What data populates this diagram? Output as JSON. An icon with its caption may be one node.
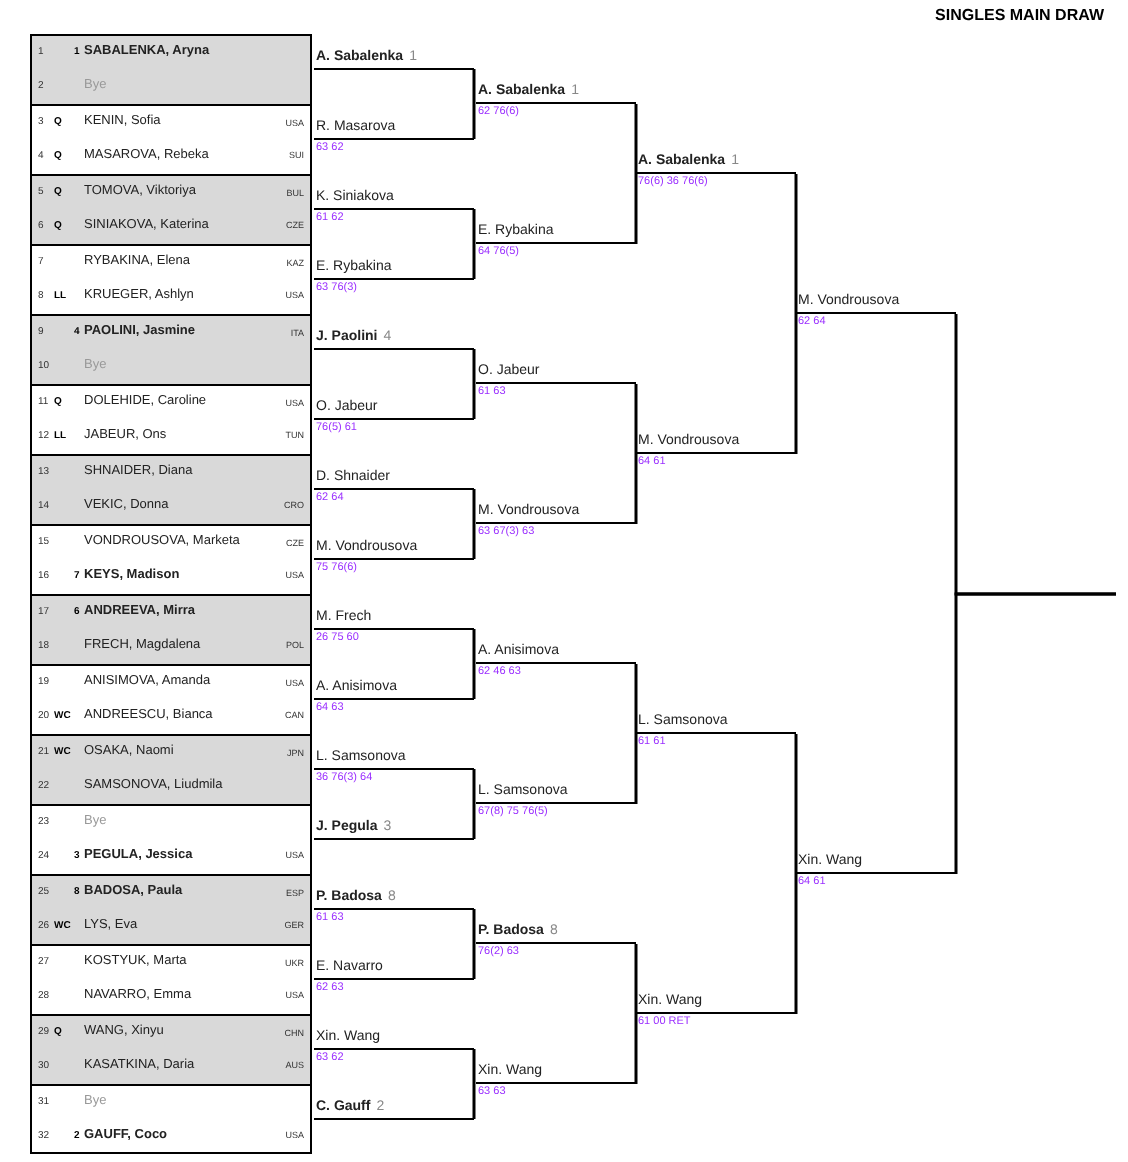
{
  "diagram": {
    "title": "SINGLES MAIN DRAW",
    "nodes": [
      {
        "text": [
          "1",
          "1",
          "SABALENKA, Aryna"
        ]
      },
      {
        "text": [
          "2",
          "Bye"
        ]
      },
      {
        "text": [
          "3",
          "Q",
          "KENIN, Sofia",
          "USA"
        ]
      },
      {
        "text": [
          "4",
          "Q",
          "MASAROVA, Rebeka",
          "SUI"
        ]
      },
      {
        "text": [
          "5",
          "Q",
          "TOMOVA, Viktoriya",
          "BUL"
        ]
      },
      {
        "text": [
          "6",
          "Q",
          "SINIAKOVA, Katerina",
          "CZE"
        ]
      },
      {
        "text": [
          "7",
          "RYBAKINA, Elena",
          "KAZ"
        ]
      },
      {
        "text": [
          "8",
          "LL",
          "KRUEGER, Ashlyn",
          "USA"
        ]
      },
      {
        "text": [
          "9",
          "4",
          "PAOLINI, Jasmine",
          "ITA"
        ]
      },
      {
        "text": [
          "10",
          "Bye"
        ]
      },
      {
        "text": [
          "11",
          "Q",
          "DOLEHIDE, Caroline",
          "USA"
        ]
      },
      {
        "text": [
          "12",
          "LL",
          "JABEUR, Ons",
          "TUN"
        ]
      },
      {
        "text": [
          "13",
          "SHNAIDER, Diana"
        ]
      },
      {
        "text": [
          "14",
          "VEKIC, Donna",
          "CRO"
        ]
      },
      {
        "text": [
          "15",
          "VONDROUSOVA, Marketa",
          "CZE"
        ]
      },
      {
        "text": [
          "16",
          "7",
          "KEYS, Madison",
          "USA"
        ]
      },
      {
        "text": [
          "17",
          "6",
          "ANDREEVA, Mirra"
        ]
      },
      {
        "text": [
          "18",
          "FRECH, Magdalena",
          "POL"
        ]
      },
      {
        "text": [
          "19",
          "ANISIMOVA, Amanda",
          "USA"
        ]
      },
      {
        "text": [
          "20",
          "WC",
          "ANDREESCU, Bianca",
          "CAN"
        ]
      },
      {
        "text": [
          "21",
          "WC",
          "OSAKA, Naomi",
          "JPN"
        ]
      },
      {
        "text": [
          "22",
          "SAMSONOVA, Liudmila"
        ]
      },
      {
        "text": [
          "23",
          "Bye"
        ]
      },
      {
        "text": [
          "24",
          "3",
          "PEGULA, Jessica",
          "USA"
        ]
      },
      {
        "text": [
          "25",
          "8",
          "BADOSA, Paula",
          "ESP"
        ]
      },
      {
        "text": [
          "26",
          "WC",
          "LYS, Eva",
          "GER"
        ]
      },
      {
        "text": [
          "27",
          "KOSTYUK, Marta",
          "UKR"
        ]
      },
      {
        "text": [
          "28",
          "NAVARRO, Emma",
          "USA"
        ]
      },
      {
        "text": [
          "29",
          "Q",
          "WANG, Xinyu",
          "CHN"
        ]
      },
      {
        "text": [
          "30",
          "KASATKINA, Daria",
          "AUS"
        ]
      },
      {
        "text": [
          "31",
          "Bye"
        ]
      },
      {
        "text": [
          "32",
          "2",
          "GAUFF, Coco",
          "USA"
        ]
      },
      {
        "text": [
          "A. Sabalenka",
          "1"
        ]
      },
      {
        "text": [
          "R. Masarova"
        ],
        "beside": [
          "63 62"
        ]
      },
      {
        "text": [
          "K. Siniakova"
        ],
        "beside": [
          "61 62"
        ]
      },
      {
        "text": [
          "E. Rybakina"
        ],
        "beside": [
          "63 76(3)"
        ]
      },
      {
        "text": [
          "J. Paolini",
          "4"
        ]
      },
      {
        "text": [
          "O. Jabeur"
        ],
        "beside": [
          "76(5) 61"
        ]
      },
      {
        "text": [
          "D. Shnaider"
        ],
        "beside": [
          "62 64"
        ]
      },
      {
        "text": [
          "M. Vondrousova"
        ],
        "beside": [
          "75 76(6)"
        ]
      },
      {
        "text": [
          "M. Frech"
        ],
        "beside": [
          "26 75 60"
        ]
      },
      {
        "text": [
          "A. Anisimova"
        ],
        "beside": [
          "64 63"
        ]
      },
      {
        "text": [
          "L. Samsonova"
        ],
        "beside": [
          "36 76(3) 64"
        ]
      },
      {
        "text": [
          "J. Pegula",
          "3"
        ]
      },
      {
        "text": [
          "P. Badosa",
          "8"
        ],
        "beside": [
          "61 63"
        ]
      },
      {
        "text": [
          "E. Navarro"
        ],
        "beside": [
          "62 63"
        ]
      },
      {
        "text": [
          "Xin. Wang"
        ],
        "beside": [
          "63 62"
        ]
      },
      {
        "text": [
          "C. Gauff",
          "2"
        ]
      },
      {
        "text": [
          "A. Sabalenka",
          "1"
        ],
        "beside": [
          "62 76(6)"
        ]
      },
      {
        "text": [
          "E. Rybakina"
        ],
        "beside": [
          "64 76(5)"
        ]
      },
      {
        "text": [
          "O. Jabeur"
        ],
        "beside": [
          "61 63"
        ]
      },
      {
        "text": [
          "M. Vondrousova"
        ],
        "beside": [
          "63 67(3) 63"
        ]
      },
      {
        "text": [
          "A. Anisimova"
        ],
        "beside": [
          "62 46 63"
        ]
      },
      {
        "text": [
          "L. Samsonova"
        ],
        "beside": [
          "67(8) 75 76(5)"
        ]
      },
      {
        "text": [
          "P. Badosa",
          "8"
        ],
        "beside": [
          "76(2) 63"
        ]
      },
      {
        "text": [
          "Xin. Wang"
        ],
        "beside": [
          "63 63"
        ]
      },
      {
        "text": [
          "A. Sabalenka",
          "1"
        ],
        "beside": [
          "76(6) 36 76(6)"
        ]
      },
      {
        "text": [
          "M. Vondrousova"
        ],
        "beside": [
          "64 61"
        ]
      },
      {
        "text": [
          "L. Samsonova"
        ],
        "beside": [
          "61 61"
        ]
      },
      {
        "text": [
          "Xin. Wang"
        ],
        "beside": [
          "61 00 RET"
        ]
      },
      {
        "text": [
          "M. Vondrousova"
        ],
        "beside": [
          "62 64"
        ]
      },
      {
        "text": [
          "Xin. Wang"
        ],
        "beside": [
          "64 61"
        ]
      }
    ],
    "edges": [
      {
        "from": 32,
        "to": 48,
        "arrow": "none"
      },
      {
        "from": 33,
        "to": 48,
        "arrow": "none"
      },
      {
        "from": 34,
        "to": 49,
        "arrow": "none"
      },
      {
        "from": 35,
        "to": 49,
        "arrow": "none"
      },
      {
        "from": 36,
        "to": 50,
        "arrow": "none"
      },
      {
        "from": 37,
        "to": 50,
        "arrow": "none"
      },
      {
        "from": 38,
        "to": 51,
        "arrow": "none"
      },
      {
        "from": 39,
        "to": 51,
        "arrow": "none"
      },
      {
        "from": 40,
        "to": 52,
        "arrow": "none"
      },
      {
        "from": 41,
        "to": 52,
        "arrow": "none"
      },
      {
        "from": 42,
        "to": 53,
        "arrow": "none"
      },
      {
        "from": 43,
        "to": 53,
        "arrow": "none"
      },
      {
        "from": 44,
        "to": 54,
        "arrow": "none"
      },
      {
        "from": 45,
        "to": 54,
        "arrow": "none"
      },
      {
        "from": 46,
        "to": 55,
        "arrow": "none"
      },
      {
        "from": 47,
        "to": 55,
        "arrow": "none"
      },
      {
        "from": 48,
        "to": 56,
        "arrow": "none"
      },
      {
        "from": 49,
        "to": 56,
        "arrow": "none"
      },
      {
        "from": 50,
        "to": 57,
        "arrow": "none"
      },
      {
        "from": 51,
        "to": 57,
        "arrow": "none"
      },
      {
        "from": 52,
        "to": 58,
        "arrow": "none"
      },
      {
        "from": 53,
        "to": 58,
        "arrow": "none"
      },
      {
        "from": 54,
        "to": 59,
        "arrow": "none"
      },
      {
        "from": 55,
        "to": 59,
        "arrow": "none"
      },
      {
        "from": 56,
        "to": 60,
        "arrow": "none"
      },
      {
        "from": 57,
        "to": 60,
        "arrow": "none"
      },
      {
        "from": 58,
        "to": 61,
        "arrow": "none"
      },
      {
        "from": 59,
        "to": 61,
        "arrow": "none"
      },
      {
        "from": 60,
        "to": null,
        "arrow": "none"
      },
      {
        "from": 61,
        "to": null,
        "arrow": "none"
      }
    ]
  }
}
